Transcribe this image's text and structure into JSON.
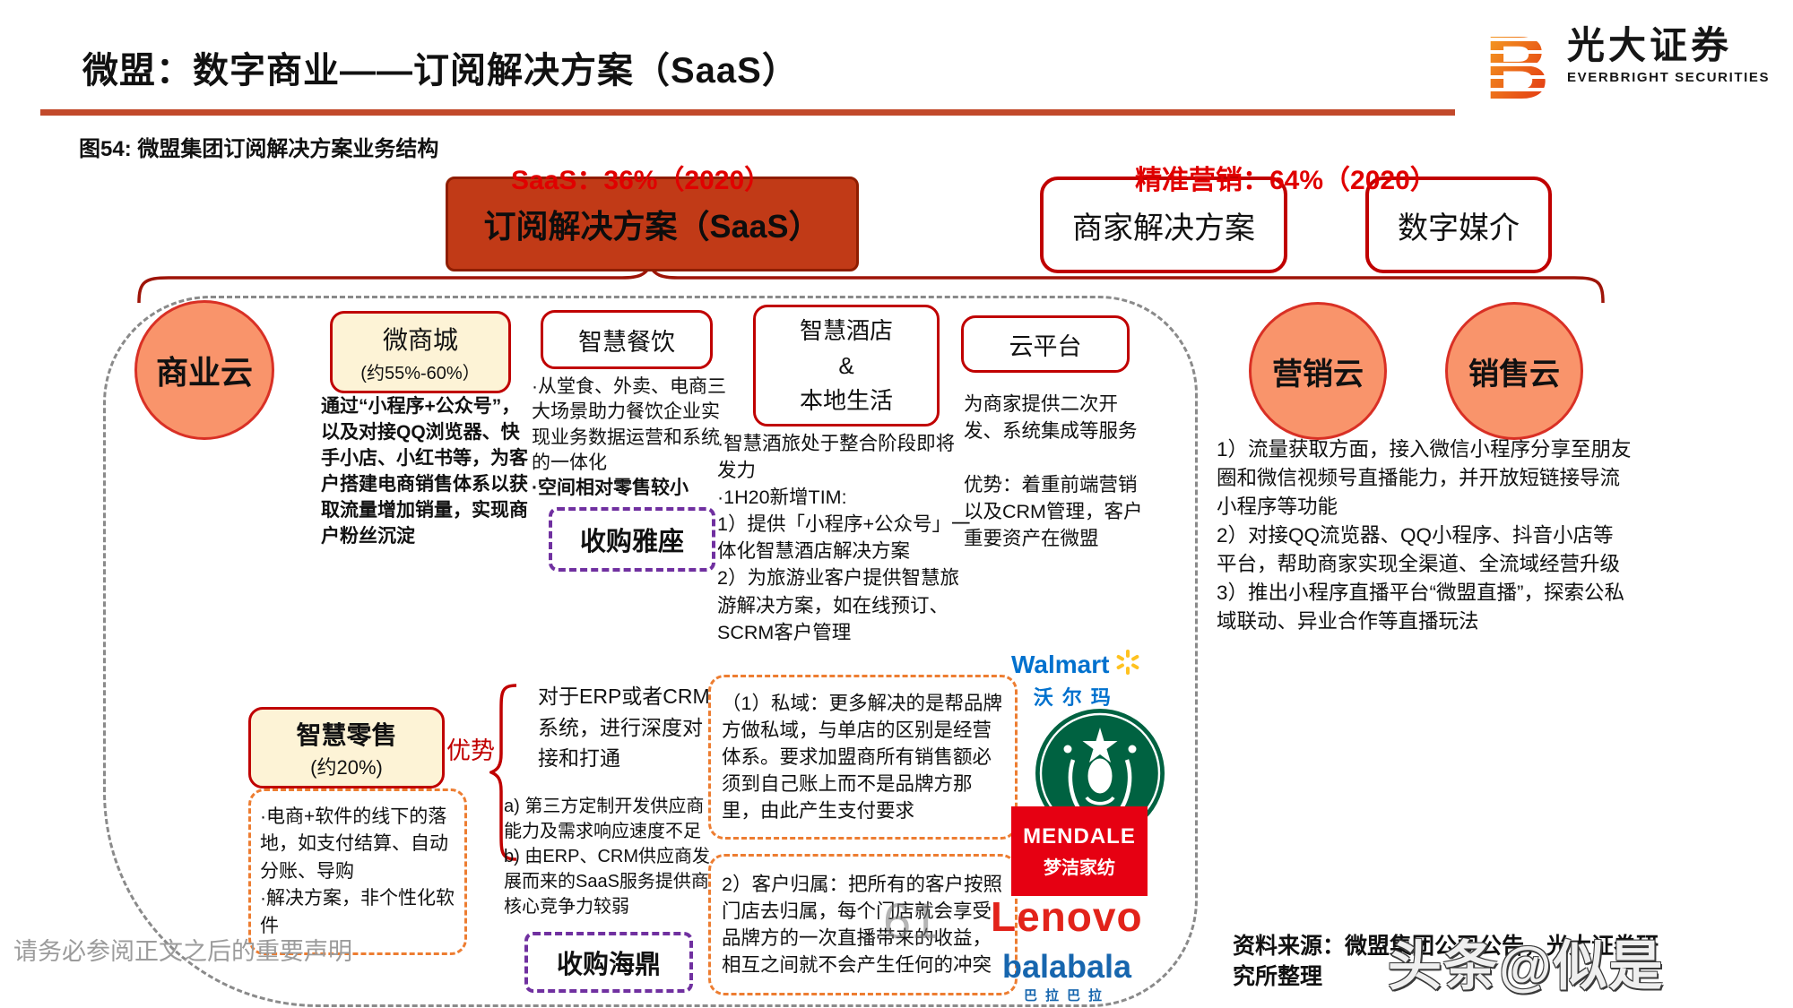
{
  "page": {
    "title": "微盟：数字商业——订阅解决方案（SaaS）",
    "figure_caption": "图54: 微盟集团订阅解决方案业务结构",
    "disclaimer": "请务必参阅正文之后的重要声明",
    "source": "资料来源：微盟集团公司公告，光大证券研\n究所整理",
    "watermark": "头条@似是",
    "page_number": "61"
  },
  "brand": {
    "logo_letter": "B",
    "logo_cn": "光大证券",
    "logo_en": "EVERBRIGHT SECURITIES"
  },
  "segments": {
    "saas_label": "SaaS：36%（2020）",
    "marketing_label": "精准营销：64%（2020）",
    "subscription": "订阅解决方案（SaaS）",
    "merchant": "商家解决方案",
    "digital_media": "数字媒介"
  },
  "clouds": {
    "business": "商业云",
    "marketing": "营销云",
    "sales": "销售云"
  },
  "weimall": {
    "title": "微商城",
    "share": "(约55%-60%）",
    "desc": "通过“小程序+公众号”，以及对接QQ浏览器、快手小店、小红书等，为客户搭建电商销售体系以获取流量增加销量，实现商户粉丝沉淀"
  },
  "catering": {
    "title": "智慧餐饮",
    "desc": "·从堂食、外卖、电商三大场景助力餐饮企业实现业务数据运营和系统的一体化",
    "desc_bold": "·空间相对零售较小",
    "acquisition": "收购雅座"
  },
  "hotel": {
    "title": "智慧酒店\n&\n本地生活",
    "desc": "·智慧酒旅处于整合阶段即将发力\n·1H20新增TIM:\n1）提供「小程序+公众号」一体化智慧酒店解决方案\n2）为旅游业客户提供智慧旅游解决方案，如在线预订、SCRM客户管理"
  },
  "cloud_platform": {
    "title": "云平台",
    "desc": "为商家提供二次开发、系统集成等服务\n\n优势：着重前端营销以及CRM管理，客户重要资产在微盟"
  },
  "retail": {
    "title": "智慧零售",
    "share": "(约20%)",
    "advantage_label": "优势",
    "notes": "·电商+软件的线下的落地，如支付结算、自动分账、导购\n·解决方案，非个性化软件"
  },
  "erp": {
    "intro": "对于ERP或者CRM系统，进行深度对接和打通",
    "issues": "a) 第三方定制开发供应商能力及需求响应速度不足\nb) 由ERP、CRM供应商发展而来的SaaS服务提供商核心竞争力较弱",
    "acquisition": "收购海鼎"
  },
  "notes": {
    "private_domain": "（1）私域：更多解决的是帮品牌方做私域，与单店的区别是经营体系。要求加盟商所有销售额必须到自己账上而不是品牌方那里，由此产生支付要求",
    "customer_attribution": "2）客户归属：把所有的客户按照门店去归属，每个门店就会享受品牌方的一次直播带来的收益，相互之间就不会产生任何的冲突",
    "marketing_sales": "1）流量获取方面，接入微信小程序分享至朋友圈和微信视频号直播能力，并开放短链接导流小程序等功能\n2）对接QQ流览器、QQ小程序、抖音小店等平台，帮助商家实现全渠道、全流域经营升级\n3）推出小程序直播平台“微盟直播”，探索公私域联动、异业合作等直播玩法"
  },
  "logos": {
    "walmart_en": "Walmart",
    "walmart_cn": "沃尔玛",
    "mendale_en": "MENDALE",
    "mendale_cn": "梦洁家纺",
    "lenovo": "Lenovo",
    "balabala_en": "balabala",
    "balabala_cn": "巴拉巴拉"
  },
  "colors": {
    "accent_red": "#c00000",
    "subscription_fill": "#c13a17",
    "salmon": "#f9946b",
    "cream": "#fdf3d6",
    "purple_dash": "#7030a0",
    "orange_dash": "#ed7d31",
    "rule": "#c2492b"
  }
}
